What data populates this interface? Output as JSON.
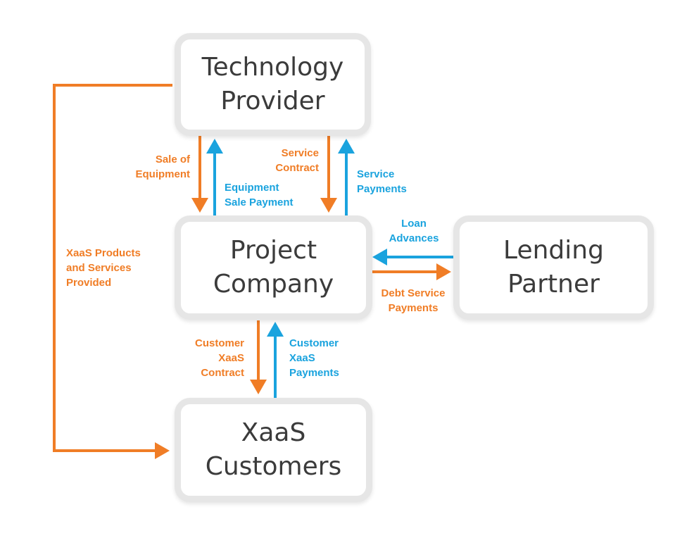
{
  "colors": {
    "orange": "#f07d26",
    "blue": "#1aa3de",
    "box_border": "#e6e6e6",
    "box_text": "#3b3b3b"
  },
  "nodes": {
    "technology_provider": {
      "line1": "Technology",
      "line2": "Provider"
    },
    "project_company": {
      "line1": "Project",
      "line2": "Company"
    },
    "lending_partner": {
      "line1": "Lending",
      "line2": "Partner"
    },
    "xaas_customers": {
      "line1": "XaaS",
      "line2": "Customers"
    }
  },
  "flows": {
    "sale_of_equipment": {
      "line1": "Sale of",
      "line2": "Equipment"
    },
    "equipment_sale_payment": {
      "line1": "Equipment",
      "line2": "Sale Payment"
    },
    "service_contract": {
      "line1": "Service",
      "line2": "Contract"
    },
    "service_payments": {
      "line1": "Service",
      "line2": "Payments"
    },
    "loan_advances": {
      "line1": "Loan",
      "line2": "Advances"
    },
    "debt_service_payments": {
      "line1": "Debt Service",
      "line2": "Payments"
    },
    "xaas_products": {
      "line1": "XaaS Products",
      "line2": "and Services",
      "line3": "Provided"
    },
    "customer_xaas_contract": {
      "line1": "Customer",
      "line2": "XaaS",
      "line3": "Contract"
    },
    "customer_xaas_payments": {
      "line1": "Customer",
      "line2": "XaaS",
      "line3": "Payments"
    }
  }
}
